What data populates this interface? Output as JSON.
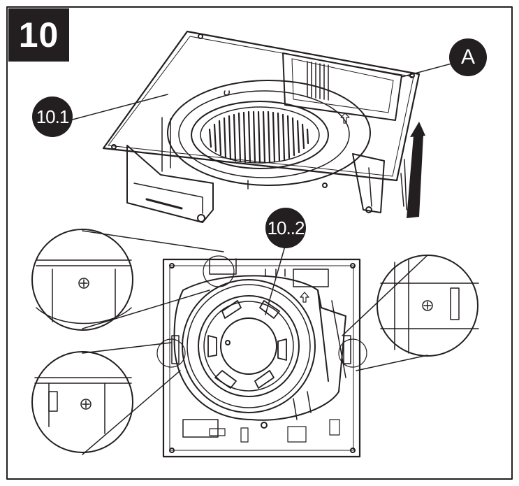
{
  "step": {
    "number": "10"
  },
  "callouts": {
    "a": "A",
    "part_10_1": "10.1",
    "part_10_2": "10..2"
  },
  "colors": {
    "ink": "#231f20",
    "paper": "#ffffff"
  },
  "icons": {
    "direction": "up-arrow-icon"
  }
}
